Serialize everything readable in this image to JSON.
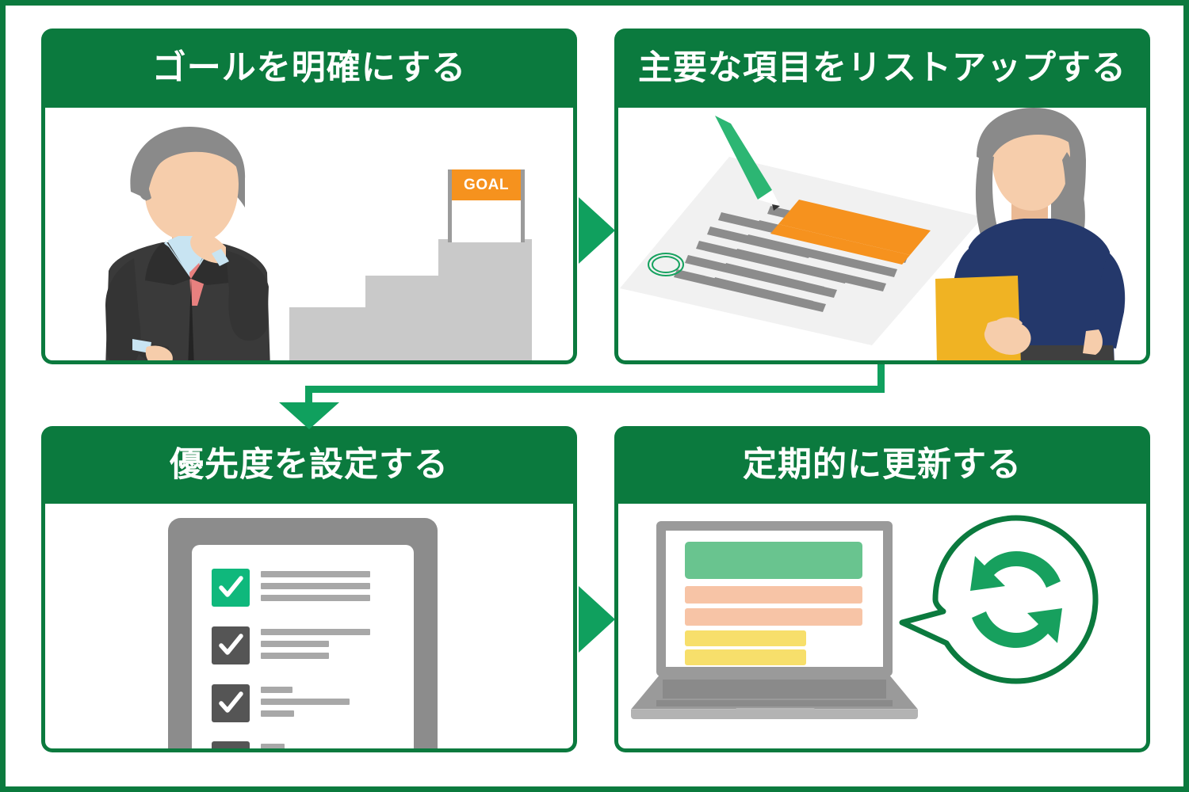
{
  "document": {
    "type": "process-flow-diagram",
    "language": "ja",
    "frame_color": "#0b7a3e",
    "step_count": 4
  },
  "theme": {
    "header_green": "#0b7a3e",
    "arrow_green": "#10a05e",
    "accent_orange": "#f6921e",
    "accent_green_check": "#0fb87c",
    "gray": "#c9c9c9"
  },
  "panels": [
    {
      "index": 1,
      "title": "ゴールを明確にする",
      "illustration": "businessman-thinking-in-front-of-stairs-with-goal-flag",
      "elements": {
        "goal_sign_label": "GOAL",
        "stair_steps": 3,
        "person": "businessman",
        "hair_color": "#8a8a8a",
        "suit_color": "#3a3a3a",
        "shirt_color": "#c8e4f2",
        "tie_color": "#e8807f",
        "skin_color": "#f6cdab"
      }
    },
    {
      "index": 2,
      "title": "主要な項目をリストアップする",
      "illustration": "document-with-highlighted-line-pencil-and-woman-holding-folder",
      "elements": {
        "pencil_color": "#2cb673",
        "highlight_color": "#f6921e",
        "stamp_color": "#16a25f",
        "document_lines": 10,
        "person": "woman",
        "hair_color": "#8a8a8a",
        "top_color": "#24386b",
        "folder_color": "#f0b323",
        "skin_color": "#f6cdab"
      }
    },
    {
      "index": 3,
      "title": "優先度を設定する",
      "illustration": "clipboard-checklist-with-four-checked-items",
      "elements": {
        "frame_color": "#8c8c8c",
        "checkbox_states": [
          "checked-green",
          "checked-gray",
          "checked-gray",
          "checked-gray"
        ],
        "rows": [
          {
            "checkbox": "green",
            "line_widths": [
              200,
              200,
              200
            ]
          },
          {
            "checkbox": "gray",
            "line_widths": [
              200,
              80,
              80
            ]
          },
          {
            "checkbox": "gray",
            "line_widths": [
              36,
              108,
              38
            ]
          },
          {
            "checkbox": "gray",
            "line_widths": [
              26,
              0,
              0
            ]
          }
        ]
      }
    },
    {
      "index": 4,
      "title": "定期的に更新する",
      "illustration": "laptop-showing-colored-bars-with-refresh-sync-bubble",
      "elements": {
        "bars": [
          {
            "color": "#69c48f",
            "label": "green-block"
          },
          {
            "color": "#f7c4a6",
            "label": "peach-bar-1"
          },
          {
            "color": "#f7c4a6",
            "label": "peach-bar-2"
          },
          {
            "color": "#f7df6b",
            "label": "yellow-bar-1"
          },
          {
            "color": "#f7df6b",
            "label": "yellow-bar-2"
          }
        ],
        "bubble_icon": "refresh-sync-icon",
        "bubble_outline_color": "#0b7a3e",
        "bubble_icon_color": "#17a05e"
      }
    }
  ],
  "connectors": [
    {
      "from": 1,
      "to": 2,
      "shape": "triangle-right",
      "color": "#10a05e"
    },
    {
      "from": 2,
      "to": 3,
      "shape": "elbow-down-left-with-triangle-down",
      "color": "#10a05e"
    },
    {
      "from": 3,
      "to": 4,
      "shape": "triangle-right",
      "color": "#10a05e"
    }
  ]
}
